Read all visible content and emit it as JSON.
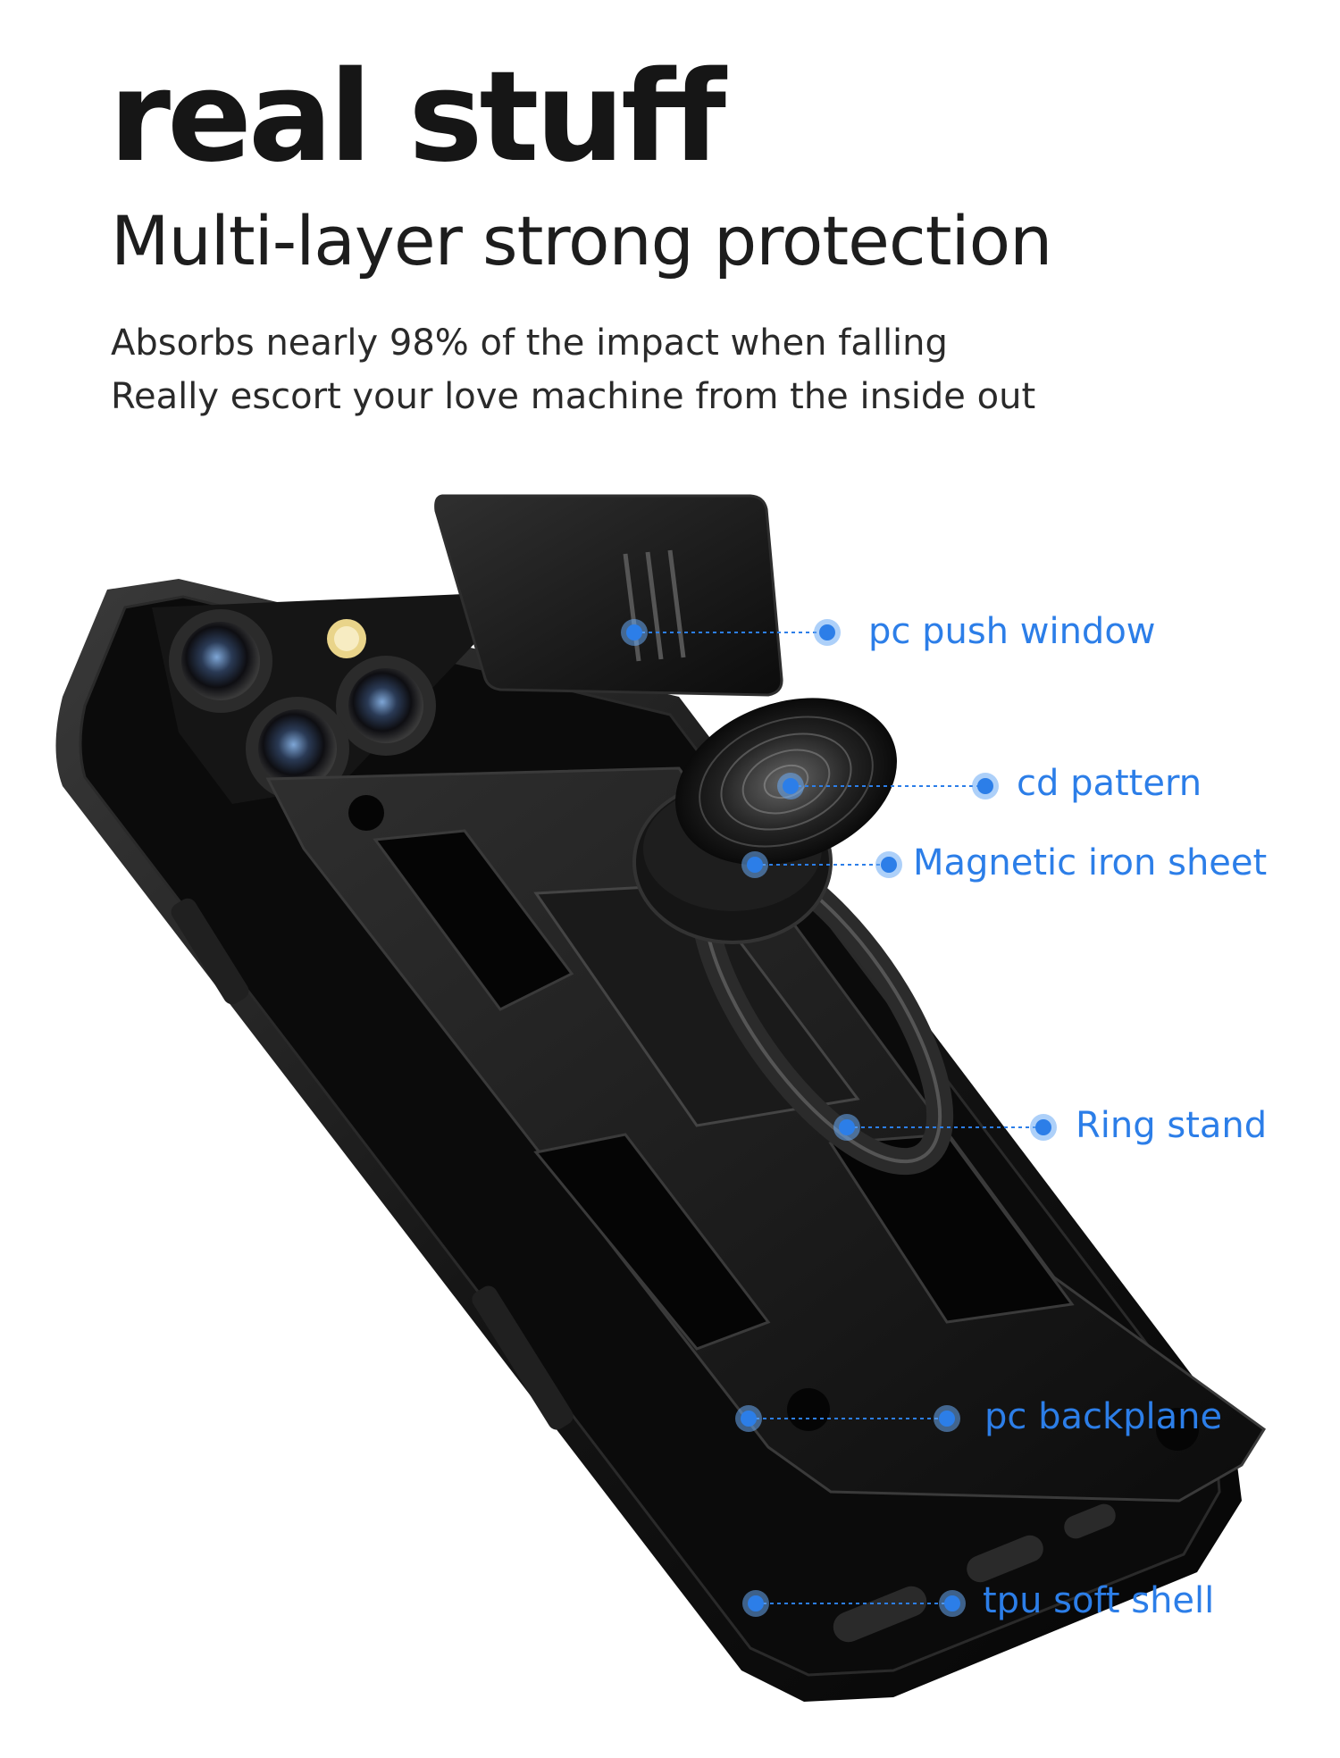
{
  "header": {
    "headline": "real stuff",
    "subheadline": "Multi-layer strong protection",
    "description_lines": [
      "Absorbs nearly 98% of the impact when falling",
      "Really escort your love machine from the inside out"
    ]
  },
  "callouts": [
    {
      "label": "pc push window"
    },
    {
      "label": "cd pattern"
    },
    {
      "label": "Magnetic iron sheet"
    },
    {
      "label": "Ring stand"
    },
    {
      "label": "pc backplane"
    },
    {
      "label": "tpu soft shell"
    }
  ],
  "colors": {
    "accent": "#2c7ee8",
    "product": "#111111",
    "text": "#1a1a1a"
  }
}
